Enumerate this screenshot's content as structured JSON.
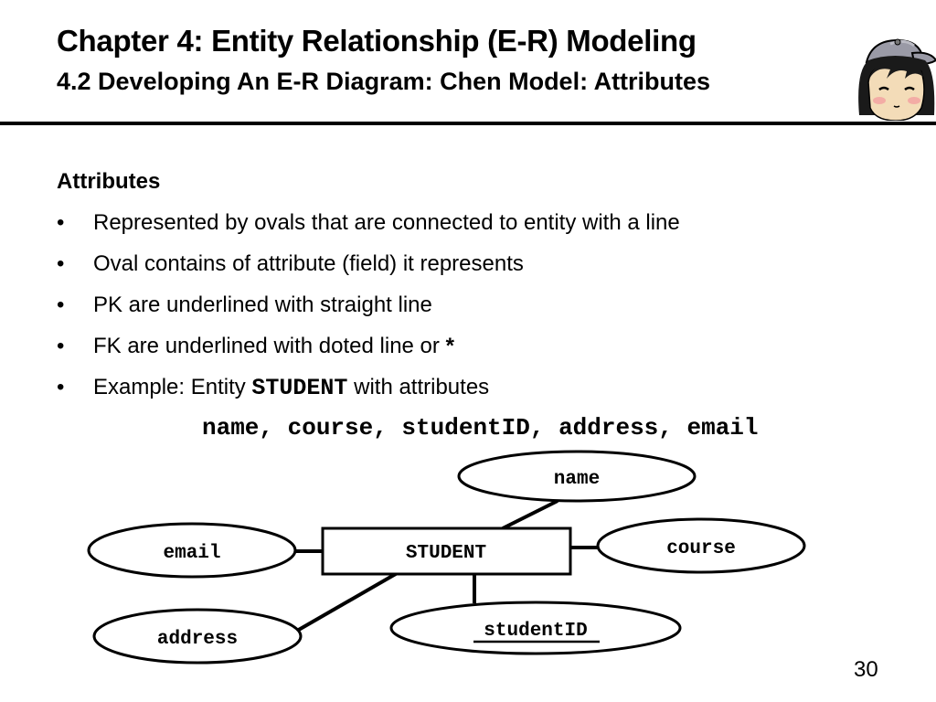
{
  "header": {
    "title": "Chapter 4: Entity Relationship (E-R) Modeling",
    "subtitle": "4.2 Developing An E-R Diagram: Chen Model: Attributes"
  },
  "content": {
    "heading": "Attributes",
    "bullet_symbol": "•",
    "bullets": [
      {
        "text": "Represented by ovals that are connected to entity with a line"
      },
      {
        "text": "Oval contains of attribute (field) it represents"
      },
      {
        "text": "PK are underlined with straight line"
      },
      {
        "text": "FK are underlined with doted line or ",
        "suffix": "*"
      },
      {
        "text": "Example: Entity ",
        "code": "STUDENT",
        "suffix": " with attributes"
      }
    ],
    "example_attributes": "name, course, studentID, address, email"
  },
  "diagram": {
    "entity": "STUDENT",
    "attributes": {
      "name": "name",
      "course": "course",
      "email": "email",
      "address": "address",
      "studentID": "studentID"
    },
    "primary_key": "studentID"
  },
  "page_number": "30"
}
